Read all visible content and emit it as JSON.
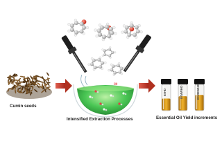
{
  "captions": {
    "seeds": "Cumin seeds",
    "process": "Intensified Extraction Processes",
    "yield": "Essential Oil Yield increments"
  },
  "vials": [
    {
      "label": "EtHD"
    },
    {
      "label": "EtMWHD"
    },
    {
      "label": "EtUMWHD"
    }
  ],
  "colors": {
    "arrow": "#c0392b",
    "liquid_green": "#3fc24a",
    "oil_amber": "#d89a1c",
    "seed_brown": "#6b4a24",
    "probe_dark": "#1e1e1e"
  },
  "icons": {
    "seeds": "cumin-seed-pile",
    "flask": "round-bottom-flask",
    "probe": "ultrasound-microwave-probe",
    "molecule": "ball-and-stick-molecule",
    "vial": "glass-vial"
  }
}
